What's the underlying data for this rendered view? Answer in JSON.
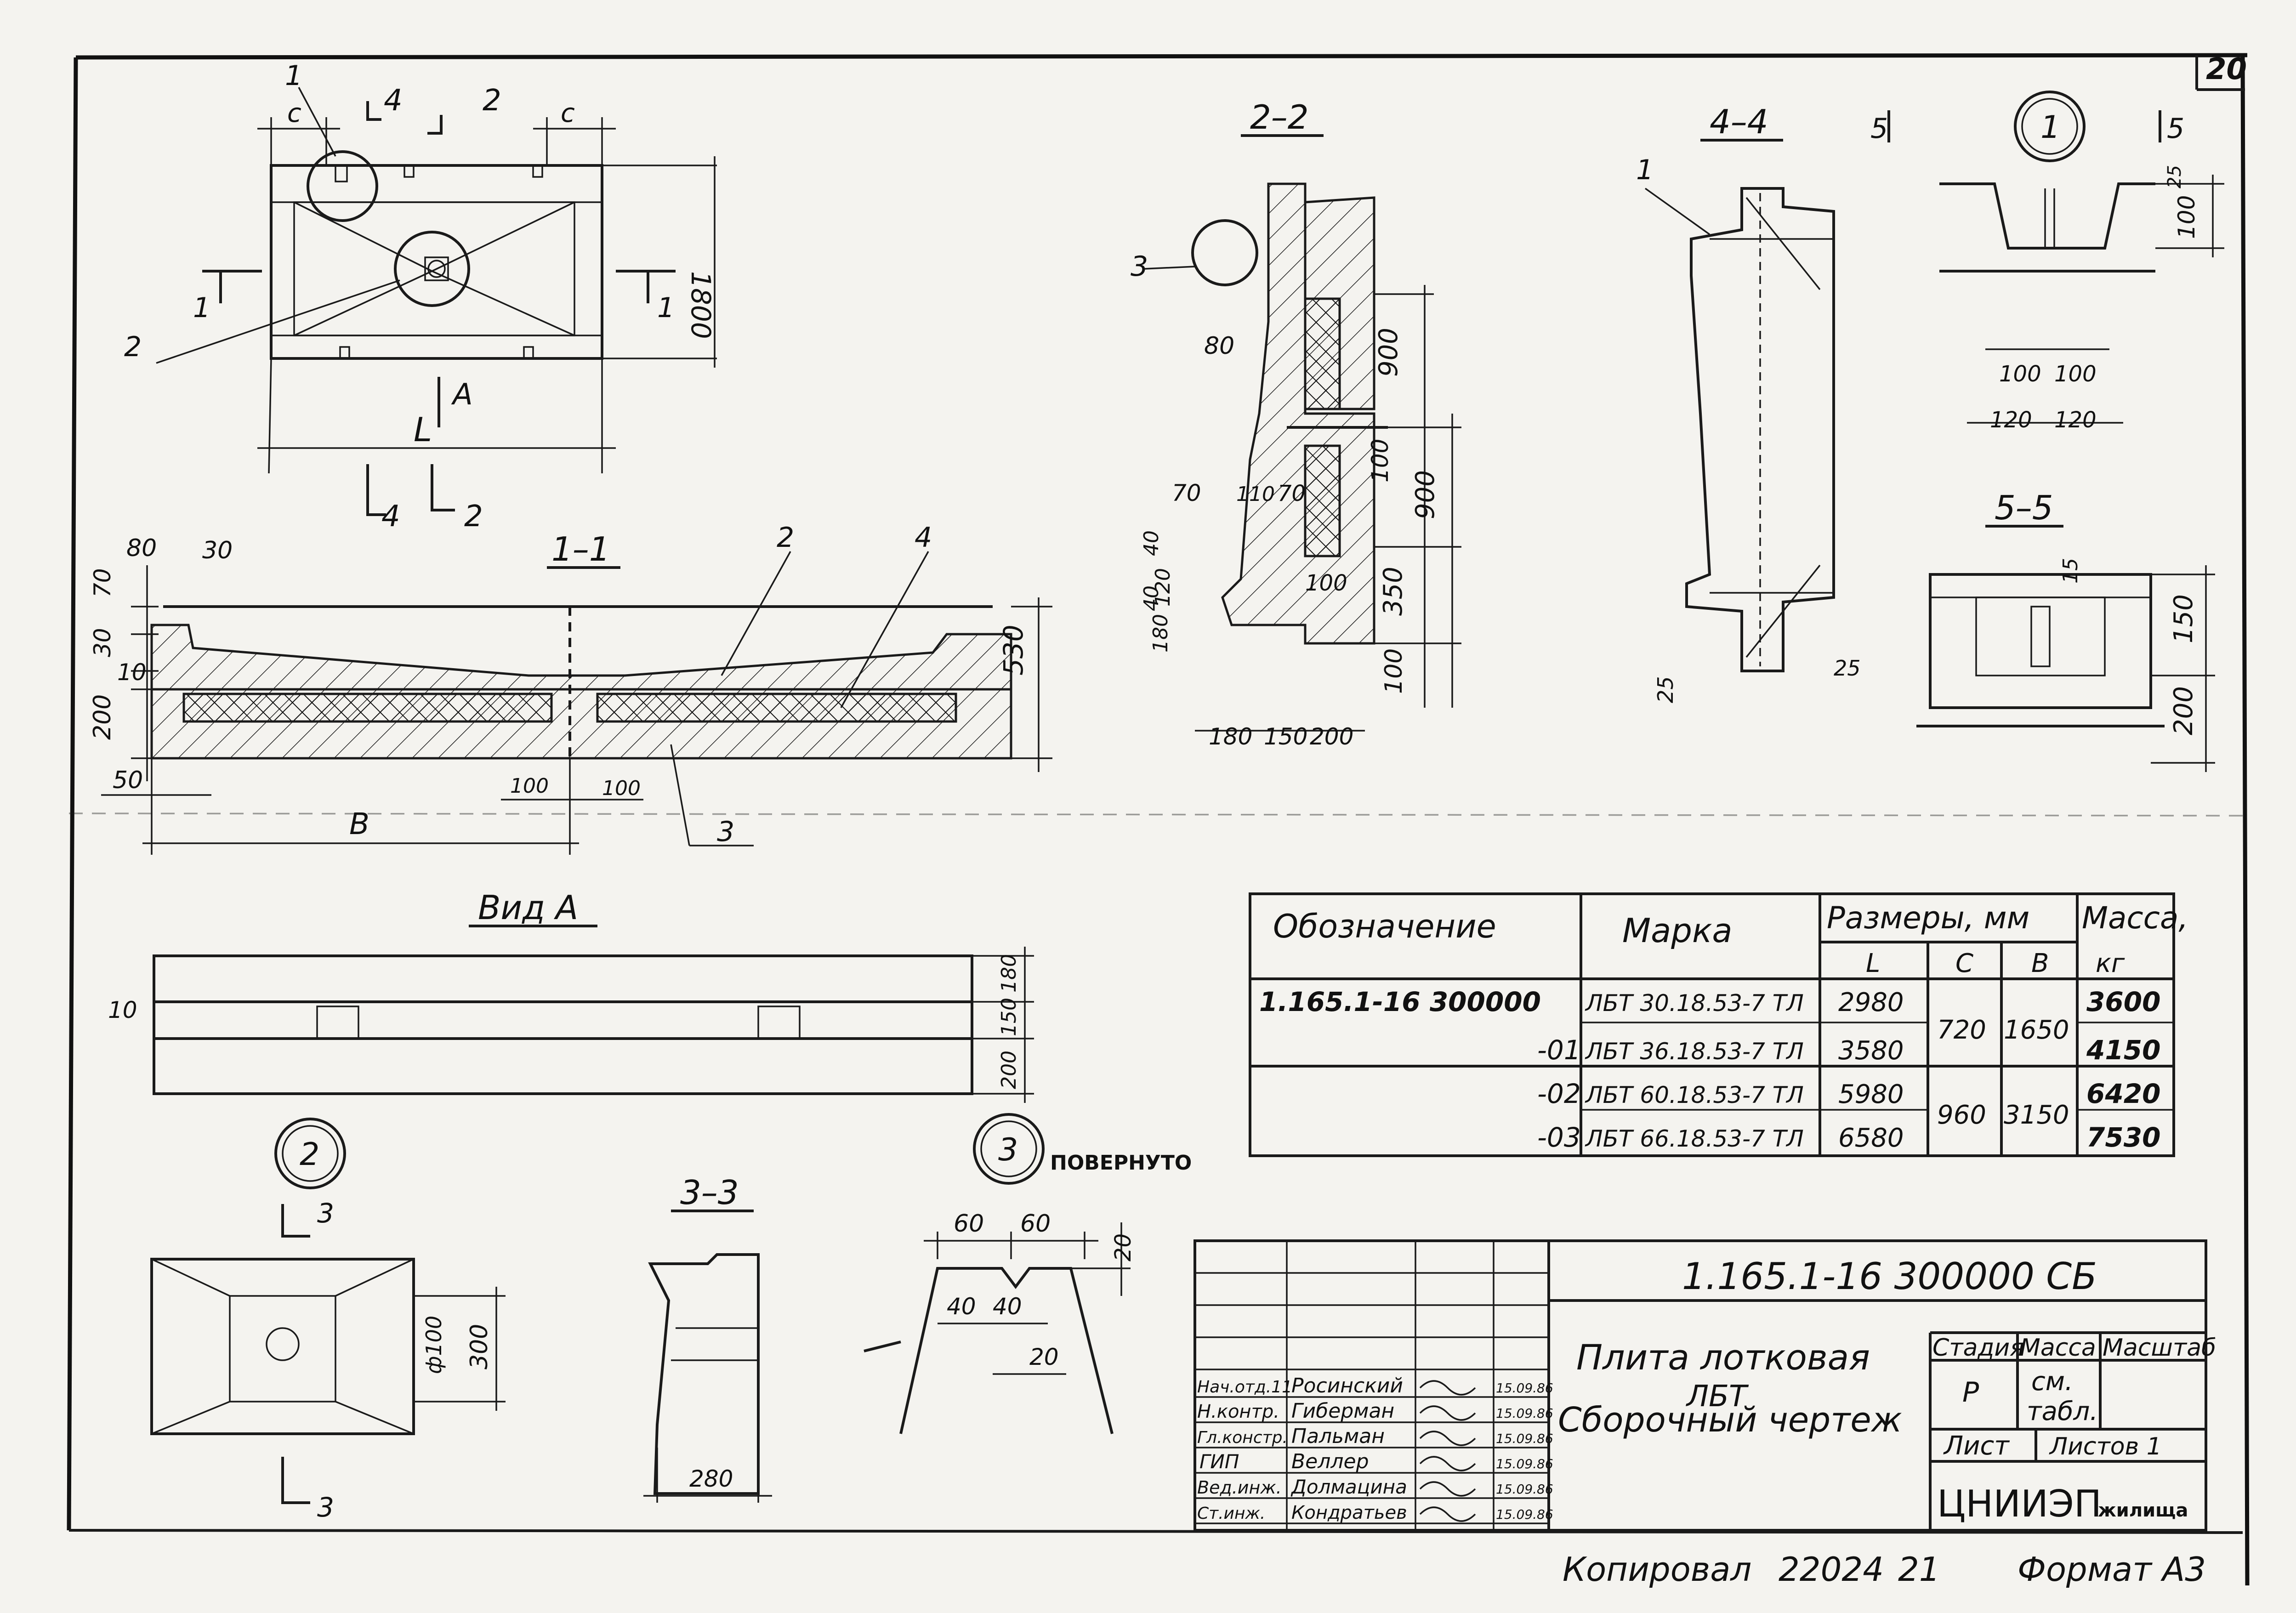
{
  "sheet": {
    "sheet_no": "20",
    "copied": "Копировал",
    "copy_no": "22024",
    "copy_num2": "21",
    "format": "Формат А3"
  },
  "views": {
    "plan": {
      "dim_height": "1800",
      "dim_length": "L",
      "dim_c1": "c",
      "dim_c2": "c",
      "cut4": "4",
      "cut2": "2",
      "cut1_left": "1",
      "cut1_right": "1",
      "view_a": "A",
      "mark1": "1",
      "mark2": "2",
      "bottom_cut4": "4",
      "bottom_cut2": "2"
    },
    "s11": {
      "title": "1–1",
      "d80": "80",
      "d30": "30",
      "d70": "70",
      "d30b": "30",
      "d10": "10",
      "d200": "200",
      "d530": "530",
      "d50": "50",
      "d100a": "100",
      "d100b": "100",
      "dB": "B",
      "call2": "2",
      "call4": "4",
      "call3": "3"
    },
    "s22": {
      "title": "2–2",
      "call3": "3",
      "d80": "80",
      "d900a": "900",
      "d100": "100",
      "d900b": "900",
      "d70": "70",
      "d110": "110",
      "d70b": "70",
      "d40a": "40",
      "d40b": "40",
      "d120": "120",
      "d180": "180",
      "d100c": "100",
      "d350": "350",
      "d100d": "100",
      "d180b": "180",
      "d150": "150",
      "d200": "200"
    },
    "s44": {
      "title": "4–4",
      "call1": "1",
      "d25a": "25",
      "d25b": "25"
    },
    "node1": {
      "label": "1",
      "cut5a": "5",
      "cut5b": "5",
      "d25": "25",
      "d100": "100",
      "d100a": "100",
      "d100b": "100",
      "d120a": "120",
      "d120b": "120"
    },
    "s55": {
      "title": "5–5",
      "d15": "15",
      "d150": "150",
      "d200": "200"
    },
    "vid_a": {
      "title": "Вид А",
      "d10": "10",
      "d180": "180",
      "d150": "150",
      "d200": "200"
    },
    "node2": {
      "label": "2",
      "cut3a": "3",
      "cut3b": "3",
      "d100": "ф100",
      "d300": "300"
    },
    "s33": {
      "title": "3–3",
      "d280": "280"
    },
    "node3": {
      "label": "3",
      "note": "ПОВЕРНУТО",
      "d60a": "60",
      "d60b": "60",
      "d20a": "20",
      "d40a": "40",
      "d40b": "40",
      "d20b": "20"
    }
  },
  "spec_table": {
    "headers": {
      "designation": "Обозначение",
      "mark": "Марка",
      "dims": "Размеры, мм",
      "mass": "Масса,",
      "L": "L",
      "C": "C",
      "B": "B",
      "kg": "кг"
    },
    "rows": [
      {
        "designation": "1.165.1-16 300000",
        "mark": "ЛБТ 30.18.53-7 ТЛ",
        "L": "2980",
        "mass": "3600"
      },
      {
        "designation": "-01",
        "mark": "ЛБТ 36.18.53-7 ТЛ",
        "L": "3580",
        "mass": "4150"
      },
      {
        "designation": "-02",
        "mark": "ЛБТ 60.18.53-7 ТЛ",
        "L": "5980",
        "mass": "6420"
      },
      {
        "designation": "-03",
        "mark": "ЛБТ 66.18.53-7 ТЛ",
        "L": "6580",
        "mass": "7530"
      }
    ],
    "merged": {
      "C1": "720",
      "B1": "1650",
      "C2": "960",
      "B2": "3150"
    }
  },
  "title_block": {
    "code": "1.165.1-16 300000 СБ",
    "name1": "Плита лотковая",
    "name2": "ЛБТ",
    "name3": "Сборочный чертеж",
    "stage_h": "Стадия",
    "mass_h": "Масса",
    "scale_h": "Масштаб",
    "stage": "Р",
    "mass1": "см.",
    "mass2": "табл.",
    "sheet_h": "Лист",
    "sheets_h": "Листов 1",
    "org": "ЦНИИЭП",
    "org2": "жилища",
    "people": [
      {
        "role": "Нач.отд.11",
        "name": "Росинский",
        "date": "15.09.86"
      },
      {
        "role": "Н.контр.",
        "name": "Гиберман",
        "date": "15.09.86"
      },
      {
        "role": "Гл.констр.",
        "name": "Пальман",
        "date": "15.09.86"
      },
      {
        "role": "ГИП",
        "name": "Веллер",
        "date": "15.09.86"
      },
      {
        "role": "Вед.инж.",
        "name": "Долмацина",
        "date": "15.09.86"
      },
      {
        "role": "Ст.инж.",
        "name": "Кондратьев",
        "date": "15.09.86"
      }
    ]
  }
}
